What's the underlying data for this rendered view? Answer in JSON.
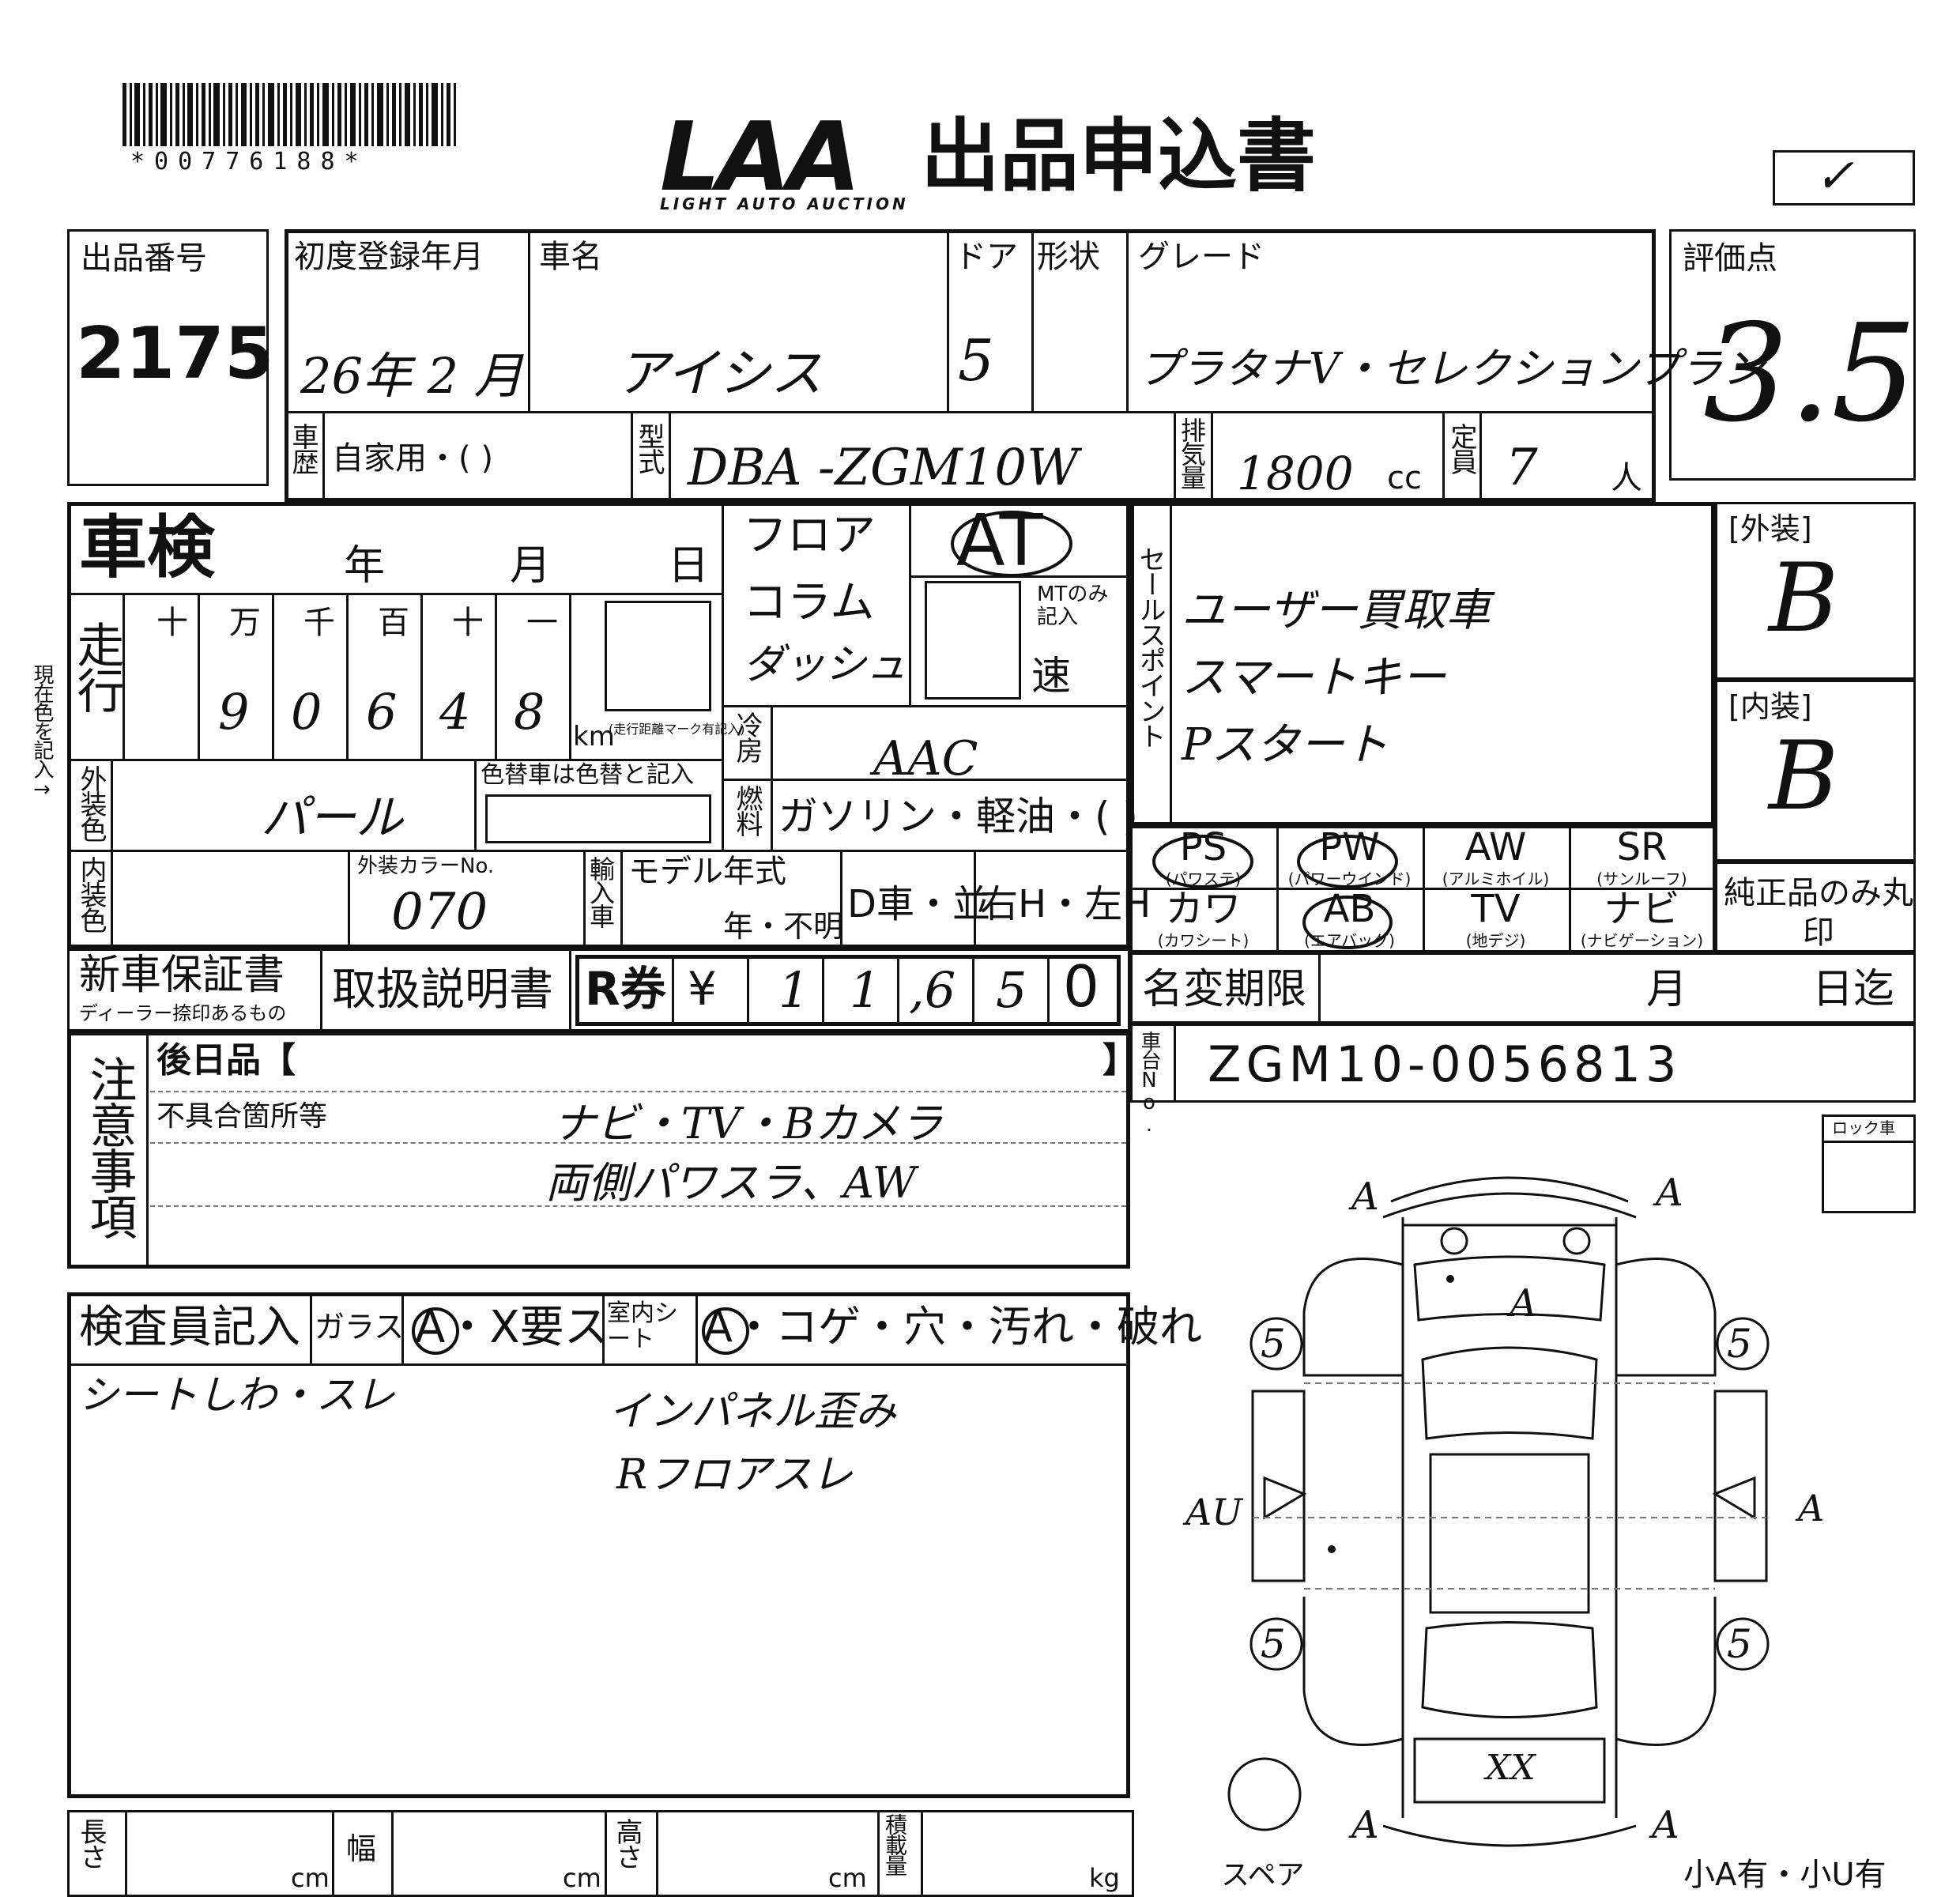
{
  "header": {
    "barcode_number": "*00776188*",
    "logo_text": "LAA",
    "logo_subtitle": "LIGHT AUTO AUCTION",
    "title": "出品申込書",
    "checkmark": "✓"
  },
  "listing": {
    "label": "出品番号",
    "value": "2175"
  },
  "registration": {
    "label": "初度登録年月",
    "value": "26年 2 月"
  },
  "car_name": {
    "label": "車名",
    "value": "アイシス"
  },
  "door": {
    "label": "ドア",
    "value": "5"
  },
  "shape": {
    "label": "形状",
    "value": ""
  },
  "grade": {
    "label": "グレード",
    "value": "プラタナV・セレクションプラン"
  },
  "score": {
    "label": "評価点",
    "value": "3.5"
  },
  "history": {
    "label": "車歴",
    "value": "自家用・(                )"
  },
  "model_type": {
    "label": "型式",
    "value": "DBA -ZGM10W"
  },
  "displacement": {
    "label": "排気量",
    "value": "1800",
    "unit": "cc"
  },
  "capacity": {
    "label": "定員",
    "value": "7",
    "unit": "人"
  },
  "inspection": {
    "label": "車検",
    "year": "年",
    "month": "月",
    "day": "日"
  },
  "mileage": {
    "label": "走行",
    "digit_labels": [
      "十",
      "万",
      "千",
      "百",
      "十",
      "一"
    ],
    "digits": [
      "",
      "9",
      "0",
      "6",
      "4",
      "8"
    ],
    "unit": "km",
    "unit_note": "(走行距離マーク有記入)"
  },
  "shift": {
    "floor": "フロア",
    "column": "コラム",
    "dash": "ダッシュ",
    "value": "AT",
    "mt_note": "MTのみ記入",
    "speed": "速"
  },
  "aircon": {
    "label": "冷房",
    "value": "AAC"
  },
  "fuel": {
    "label": "燃料",
    "value": "ガソリン・軽油・(           )"
  },
  "exterior_color": {
    "label": "外装色",
    "value": "パール",
    "repaint_note": "色替車は色替と記入"
  },
  "interior_color": {
    "label": "内装色",
    "color_no_label": "外装カラーNo.",
    "color_no": "070"
  },
  "import": {
    "label": "輸入車",
    "model_year_label": "モデル年式",
    "year_unknown": "年・不明",
    "dealer": "D車・並",
    "handle": "右H・左H"
  },
  "sales_point": {
    "label": "セールスポイント",
    "lines": [
      "ユーザー買取車",
      "スマートキー",
      "Pスタート"
    ]
  },
  "exterior_grade": {
    "label": "[外装]",
    "value": "B"
  },
  "interior_grade": {
    "label": "[内装]",
    "value": "B"
  },
  "equipment": {
    "items": [
      {
        "code": "PS",
        "desc": "(パワステ)"
      },
      {
        "code": "PW",
        "desc": "(パワーウインド)"
      },
      {
        "code": "AW",
        "desc": "(アルミホイル)"
      },
      {
        "code": "SR",
        "desc": "(サンルーフ)"
      },
      {
        "code": "カワ",
        "desc": "(カワシート)"
      },
      {
        "code": "AB",
        "desc": "(エアバッグ)"
      },
      {
        "code": "TV",
        "desc": "(地デジ)"
      },
      {
        "code": "ナビ",
        "desc": "(ナビゲーション)"
      }
    ],
    "genuine_note": "純正品のみ丸印"
  },
  "warranty": {
    "label": "新車保証書",
    "sub": "ディーラー捺印あるもの"
  },
  "manual": {
    "label": "取扱説明書"
  },
  "recycle": {
    "label": "R券",
    "yen": "¥",
    "digits": [
      "1",
      "1",
      ",6",
      "5",
      "0"
    ]
  },
  "name_change": {
    "label": "名変期限",
    "month": "月",
    "until": "日迄"
  },
  "chassis": {
    "label": "車台No.",
    "value": "ZGM10-0056813"
  },
  "notes": {
    "label": "注意事項",
    "later_items": "後日品【",
    "later_close": "】",
    "defects_label": "不具合箇所等",
    "lines": [
      "ナビ・TV・Bカメラ",
      "両側パワスラ、AW"
    ]
  },
  "inspector": {
    "label": "検査員記入",
    "glass_label": "ガラス",
    "glass_value": "A・X要ス",
    "seat_label": "室内シート",
    "seat_value": "A・コゲ・穴・汚れ・破れ",
    "comments": [
      "シートしわ・スレ",
      "インパネル歪み",
      "Rフロアスレ"
    ]
  },
  "dimensions": {
    "length": "長さ",
    "width": "幅",
    "height": "高さ",
    "load": "積載量",
    "cm": "cm",
    "kg": "kg"
  },
  "lock": {
    "label": "ロック車"
  },
  "diagram": {
    "marks": [
      "A",
      "A",
      "A",
      "5",
      "5",
      "AU",
      "A",
      "5",
      "5",
      "XX",
      "A",
      "A"
    ],
    "spare": "スペア",
    "bottom_note": "小A有・小U有"
  }
}
